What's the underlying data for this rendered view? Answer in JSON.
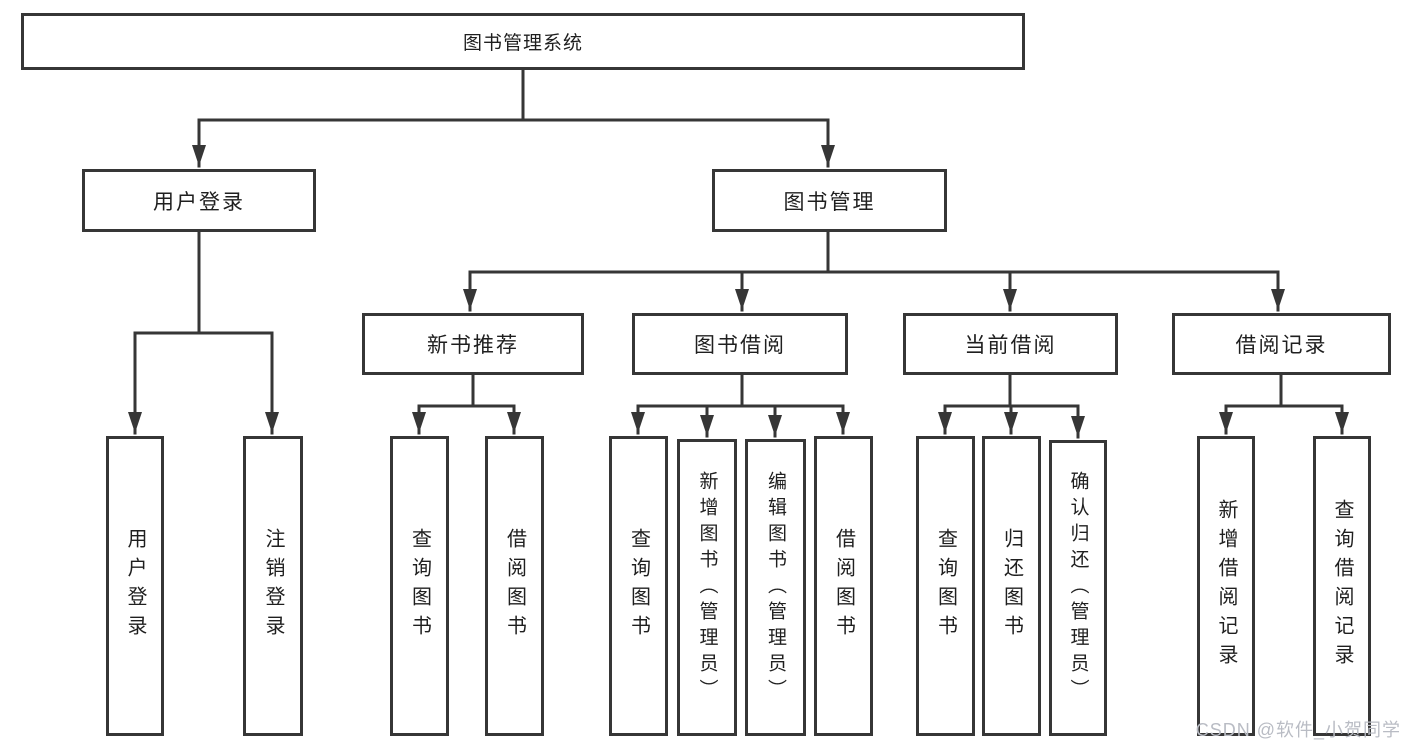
{
  "tree": {
    "label": "图书管理系统",
    "children": [
      {
        "label": "用户登录",
        "children": [
          {
            "label": "用户登录"
          },
          {
            "label": "注销登录"
          }
        ]
      },
      {
        "label": "图书管理",
        "children": [
          {
            "label": "新书推荐",
            "children": [
              {
                "label": "查询图书"
              },
              {
                "label": "借阅图书"
              }
            ]
          },
          {
            "label": "图书借阅",
            "children": [
              {
                "label": "查询图书"
              },
              {
                "label": "新增图书（管理员）"
              },
              {
                "label": "编辑图书（管理员）"
              },
              {
                "label": "借阅图书"
              }
            ]
          },
          {
            "label": "当前借阅",
            "children": [
              {
                "label": "查询图书"
              },
              {
                "label": "归还图书"
              },
              {
                "label": "确认归还（管理员）"
              }
            ]
          },
          {
            "label": "借阅记录",
            "children": [
              {
                "label": "新增借阅记录"
              },
              {
                "label": "查询借阅记录"
              }
            ]
          }
        ]
      }
    ]
  },
  "watermark": {
    "text": "CSDN @软件_小贺同学"
  },
  "colors": {
    "line": "#363636",
    "box_border": "#363636",
    "text": "#1f1f1f",
    "watermark": "#b9bcc4",
    "background": "#ffffff"
  }
}
